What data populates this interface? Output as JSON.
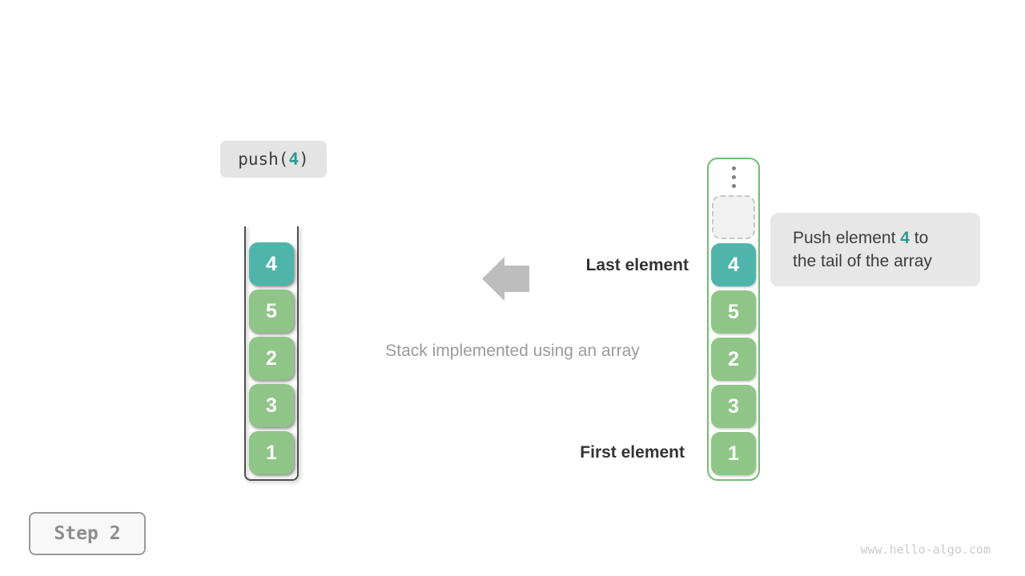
{
  "push_label": {
    "prefix": "push(",
    "value": "4",
    "suffix": ")"
  },
  "left_stack": {
    "values": [
      "4",
      "5",
      "2",
      "3",
      "1"
    ]
  },
  "right_stack": {
    "values": [
      "4",
      "5",
      "2",
      "3",
      "1"
    ]
  },
  "annotations": {
    "last_element": "Last element",
    "first_element": "First element",
    "caption": "Stack implemented using an array"
  },
  "bubble": {
    "line1_before": "Push element ",
    "value": "4",
    "line1_after": " to",
    "line2": "the tail of the array"
  },
  "step_badge": "Step 2",
  "watermark": "www.hello-algo.com",
  "colors": {
    "teal": "#4FB5AB",
    "green": "#8FC587",
    "teal-text": "#2E9A8E",
    "frame-green": "#70BE70",
    "dark-text": "#333333",
    "gray-text": "#9B9B9B",
    "arrow-gray": "#BDBDBD",
    "bubble-bg": "#E7E7E7",
    "push-bg": "#E4E4E4",
    "tube-border": "#4F4F4F",
    "slot-bg": "#F1F1F1",
    "slot-border": "#C6C6C6",
    "dot-gray": "#7F7F7F",
    "step-gray": "#8D8D8D",
    "watermark-gray": "#CBCBCB"
  }
}
